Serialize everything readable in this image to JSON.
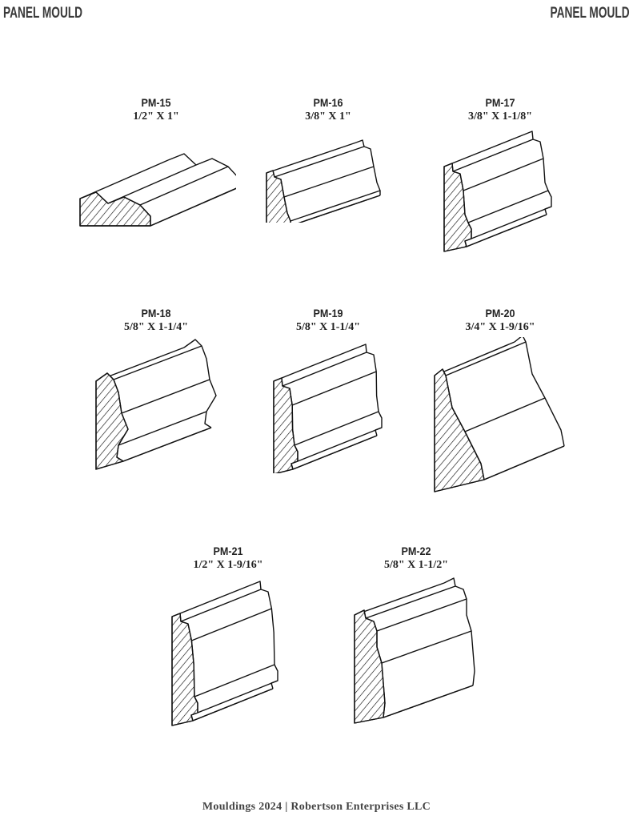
{
  "header": {
    "left_title": "PANEL MOULD",
    "right_title": "PANEL MOULD"
  },
  "items": [
    {
      "code": "PM-15",
      "size": "1/2\" X 1\""
    },
    {
      "code": "PM-16",
      "size": "3/8\" X 1\""
    },
    {
      "code": "PM-17",
      "size": "3/8\" X 1-1/8\""
    },
    {
      "code": "PM-18",
      "size": "5/8\" X 1-1/4\""
    },
    {
      "code": "PM-19",
      "size": "5/8\" X 1-1/4\""
    },
    {
      "code": "PM-20",
      "size": "3/4\" X 1-9/16\""
    },
    {
      "code": "PM-21",
      "size": "1/2\" X 1-9/16\""
    },
    {
      "code": "PM-22",
      "size": "5/8\" X 1-1/2\""
    }
  ],
  "footer": {
    "text": "Mouldings 2024 | Robertson Enterprises LLC"
  }
}
